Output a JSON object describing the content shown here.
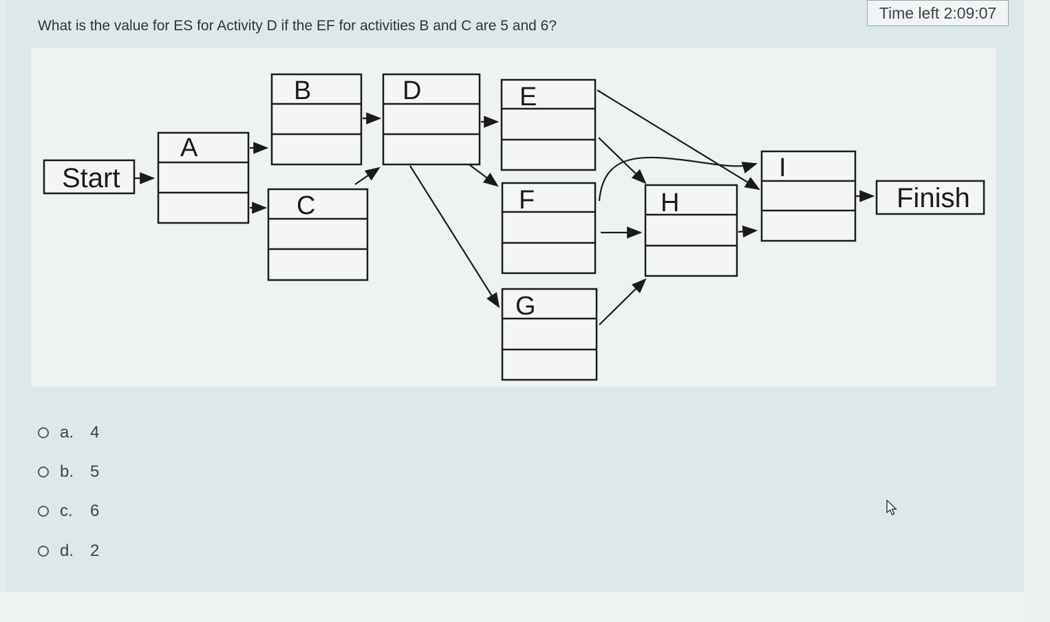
{
  "question": {
    "text": "What is the value for ES for Activity D if the EF for activities B and C are 5 and 6?"
  },
  "timer": {
    "text": "Time left 2:09:07"
  },
  "diagram": {
    "nodes": {
      "start": "Start",
      "a": "A",
      "b": "B",
      "c": "C",
      "d": "D",
      "e": "E",
      "f": "F",
      "g": "G",
      "h": "H",
      "i": "I",
      "finish": "Finish"
    }
  },
  "options": [
    {
      "letter": "a.",
      "value": "4"
    },
    {
      "letter": "b.",
      "value": "5"
    },
    {
      "letter": "c.",
      "value": "6"
    },
    {
      "letter": "d.",
      "value": "2"
    }
  ],
  "colors": {
    "background": "#dde8ea",
    "diagram_bg": "#eff2f2",
    "text": "#2d3436"
  },
  "icons": {
    "cursor": "mouse-pointer-icon",
    "radio": "radio-circle-icon"
  }
}
